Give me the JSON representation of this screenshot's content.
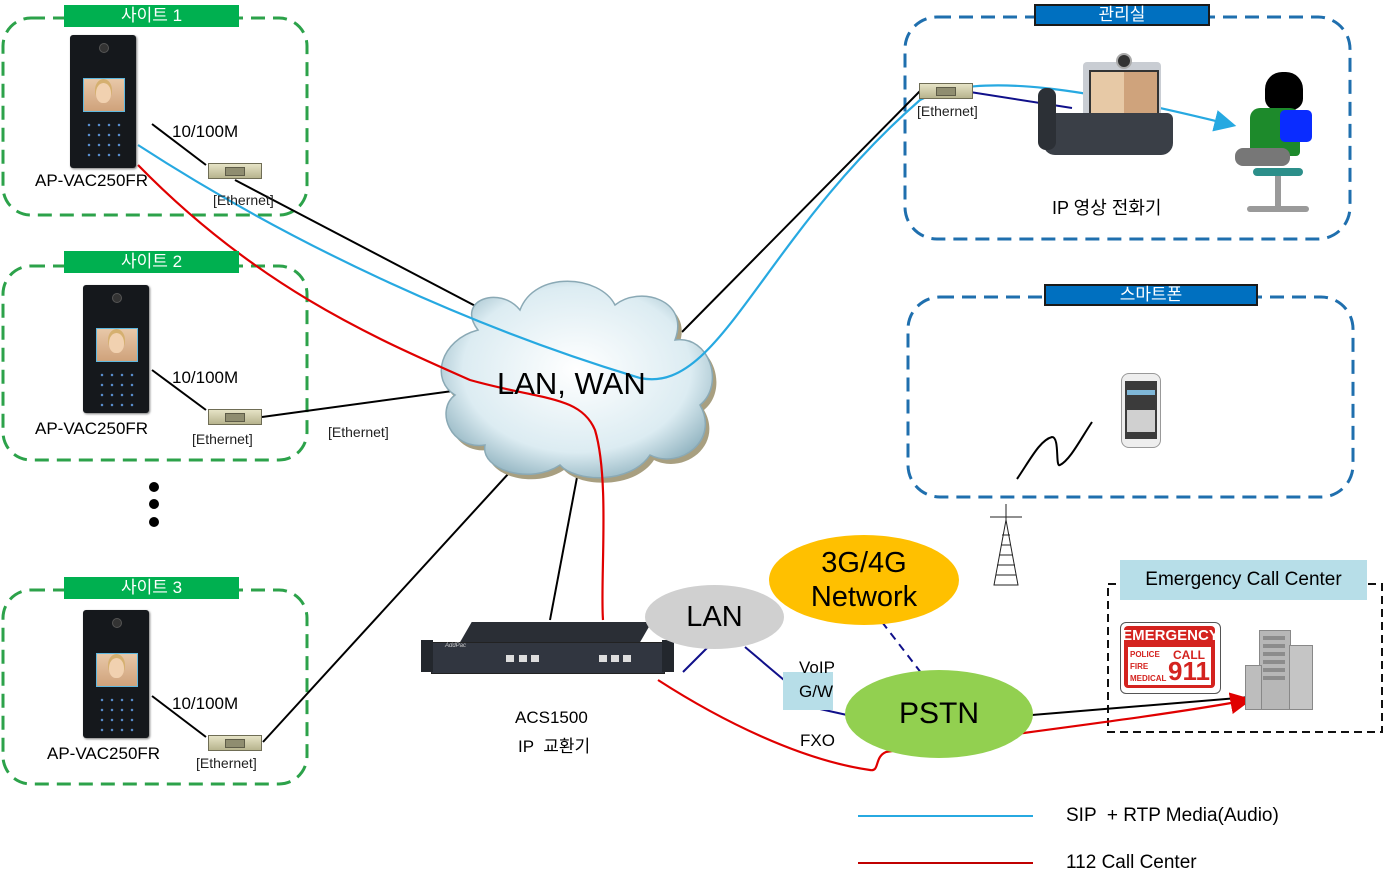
{
  "sites": [
    {
      "label": "사이트 1",
      "device_model": "AP-VAC250FR",
      "link_speed": "10/100M",
      "switch_label": "[Ethernet]"
    },
    {
      "label": "사이트 2",
      "device_model": "AP-VAC250FR",
      "link_speed": "10/100M",
      "switch_label": "[Ethernet]"
    },
    {
      "label": "사이트 3",
      "device_model": "AP-VAC250FR",
      "link_speed": "10/100M",
      "switch_label": "[Ethernet]"
    }
  ],
  "site2_uplink_label": "[Ethernet]",
  "ellipsis_icon": "vertical-dots",
  "cloud": {
    "label": "LAN, WAN"
  },
  "management": {
    "zone_label": "관리실",
    "switch_label": "[Ethernet]",
    "device_label": "IP 영상 전화기"
  },
  "smartphone": {
    "zone_label": "스마트폰"
  },
  "ipx": {
    "model": "ACS1500",
    "description": "IP  교환기",
    "brand": "AddPac"
  },
  "lan_bubble": {
    "label": "LAN"
  },
  "mobile_net": {
    "line1": "3G/4G",
    "line2": "Network"
  },
  "voip_gw": {
    "line1": "VoIP",
    "line2": "G/W"
  },
  "fxo_label": "FXO",
  "pstn": {
    "label": "PSTN"
  },
  "emergency": {
    "zone_label": "Emergency Call Center",
    "sign": {
      "title": "EMERGENCY",
      "items": [
        "POLICE",
        "FIRE",
        "MEDICAL"
      ],
      "call": "CALL",
      "number": "911"
    }
  },
  "legend": [
    {
      "label": "SIP  + RTP Media(Audio)",
      "color": "#27a9e1"
    },
    {
      "label": "112 Call Center",
      "color": "#c00000"
    }
  ],
  "colors": {
    "site_green": "#00b050",
    "zone_blue": "#0070c0",
    "sip_line": "#27a9e1",
    "emergency_line": "#e00000",
    "lan_gray": "#d0d0d0",
    "mobile_yellow": "#ffc000",
    "pstn_green": "#92d050",
    "gw_teal": "#b7dee8",
    "emergency_header": "#b7dee8"
  }
}
